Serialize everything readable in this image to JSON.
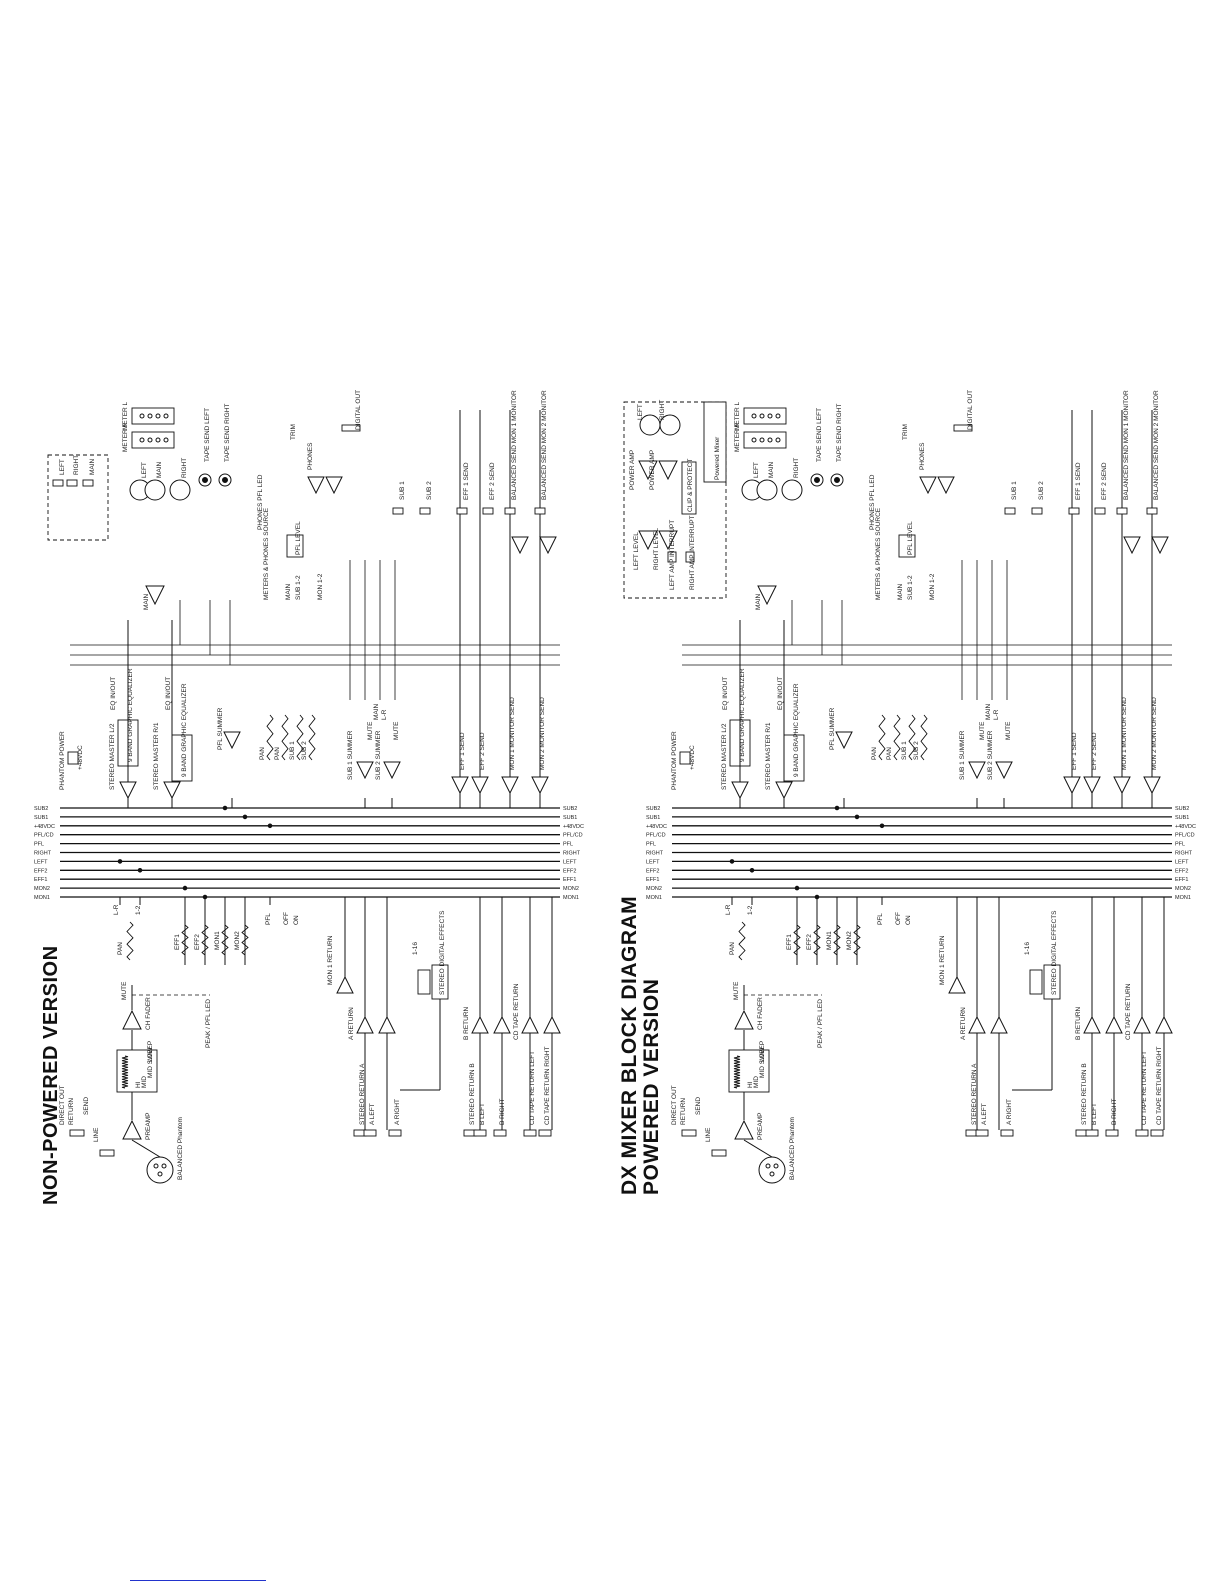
{
  "titles": {
    "left": "NON-POWERED VERSION",
    "right_line1": "DX MIXER BLOCK DIAGRAM",
    "right_line2": "POWERED VERSION"
  },
  "bus_labels": [
    "MON1",
    "MON2",
    "EFF1",
    "EFF2",
    "LEFT",
    "RIGHT",
    "PFL",
    "PFL/CD",
    "+48VDC",
    "SUB1",
    "SUB2"
  ],
  "bus_labels_right": [
    "MON1",
    "MON2",
    "EFF1",
    "EFF2",
    "LEFT",
    "RIGHT",
    "PFL",
    "PFL/CD",
    "+48VDC",
    "SUB1",
    "SUB2"
  ],
  "left_diagram": {
    "input_labels": [
      "DIRECT OUT",
      "RETURN",
      "SEND",
      "LINE",
      "BALANCED Phantom"
    ],
    "channel_labels": [
      "PREAMP",
      "HI",
      "MID",
      "MID SWEEP",
      "LOW",
      "CH FADER",
      "PEAK / PFL LED",
      "MUTE",
      "PAN",
      "L-R",
      "1-2",
      "EFF1",
      "EFF2",
      "MON1",
      "MON2",
      "PFL",
      "OFF",
      "ON"
    ],
    "return_labels": [
      "STEREO RETURN A",
      "A LEFT",
      "A RIGHT",
      "A RETURN",
      "STEREO RETURN B",
      "B LEFT",
      "B RIGHT",
      "B RETURN",
      "CD TAPE RETURN LEFT",
      "CD TAPE RETURN RIGHT",
      "CD TAPE RETURN",
      "MON 1 RETURN",
      "STEREO DIGITAL EFFECTS",
      "1-16"
    ],
    "master_labels": [
      "PHANTOM POWER",
      "+48VDC",
      "STEREO MASTER L/2",
      "STEREO MASTER R/1",
      "9 BAND GRAPHIC EQUALIZER",
      "EQ IN/OUT",
      "PFL SUMMER",
      "PAN",
      "SUB 1",
      "SUB 2",
      "SUB 1 SUMMER",
      "SUB 2 SUMMER",
      "MUTE",
      "MAIN",
      "L-R",
      "EFF 1 SEND",
      "EFF 2 SEND",
      "MON 1 MONITOR SEND",
      "MON 2 MONITOR SEND"
    ],
    "output_labels": [
      "METERS & PHONES SOURCE",
      "MAIN",
      "SUB 1-2",
      "MON 1-2",
      "PHONES PFL LED",
      "PFL LEVEL",
      "PHONES",
      "TRIM",
      "METER L",
      "METER R",
      "LEFT",
      "MAIN",
      "RIGHT",
      "TAPE SEND LEFT",
      "TAPE SEND RIGHT",
      "LEFT",
      "RIGHT",
      "MAIN",
      "SUB 1",
      "SUB 2",
      "EFF 1 SEND",
      "EFF 2 SEND",
      "BALANCED SEND MON 1 MONITOR",
      "BALANCED SEND MON 2 MONITOR",
      "DIGITAL OUT"
    ]
  },
  "right_diagram": {
    "input_labels": [
      "DIRECT OUT",
      "RETURN",
      "SEND",
      "LINE",
      "BALANCED Phantom"
    ],
    "channel_labels": [
      "PREAMP",
      "HI",
      "MID",
      "MID SWEEP",
      "LOW",
      "CH FADER",
      "PEAK / PFL LED",
      "MUTE",
      "PAN",
      "L-R",
      "1-2",
      "EFF1",
      "EFF2",
      "MON1",
      "MON2",
      "PFL",
      "OFF",
      "ON"
    ],
    "return_labels": [
      "STEREO RETURN A",
      "A LEFT",
      "A RIGHT",
      "A RETURN",
      "STEREO RETURN B",
      "B LEFT",
      "B RIGHT",
      "B RETURN",
      "CD TAPE RETURN LEFT",
      "CD TAPE RETURN RIGHT",
      "CD TAPE RETURN",
      "MON 1 RETURN",
      "STEREO DIGITAL EFFECTS",
      "1-16"
    ],
    "master_labels": [
      "PHANTOM POWER",
      "+48VDC",
      "STEREO MASTER L/2",
      "STEREO MASTER R/1",
      "9 BAND GRAPHIC EQUALIZER",
      "EQ IN/OUT",
      "PFL SUMMER",
      "PAN",
      "SUB 1",
      "SUB 2",
      "SUB 1 SUMMER",
      "SUB 2 SUMMER",
      "MUTE",
      "MAIN",
      "L-R",
      "EFF 1 SEND",
      "EFF 2 SEND",
      "MON 1 MONITOR SEND",
      "MON 2 MONITOR SEND"
    ],
    "amp_labels": [
      "POWER AMP",
      "POWER AMP",
      "LEFT LEVEL",
      "RIGHT LEVEL",
      "LEFT AMP INTERRUPT",
      "RIGHT AMP INTERRUPT",
      "CLIP & PROTECT",
      "Powered Mixer",
      "LEFT",
      "RIGHT"
    ],
    "output_labels": [
      "METERS & PHONES SOURCE",
      "MAIN",
      "SUB 1-2",
      "MON 1-2",
      "PHONES PFL LED",
      "PFL LEVEL",
      "PHONES",
      "TRIM",
      "METER L",
      "METER R",
      "LEFT",
      "MAIN",
      "RIGHT",
      "TAPE SEND LEFT",
      "TAPE SEND RIGHT",
      "SUB 1",
      "SUB 2",
      "EFF 1 SEND",
      "EFF 2 SEND",
      "BALANCED SEND MON 1 MONITOR",
      "BALANCED SEND MON 2 MONITOR",
      "DIGITAL OUT"
    ]
  }
}
